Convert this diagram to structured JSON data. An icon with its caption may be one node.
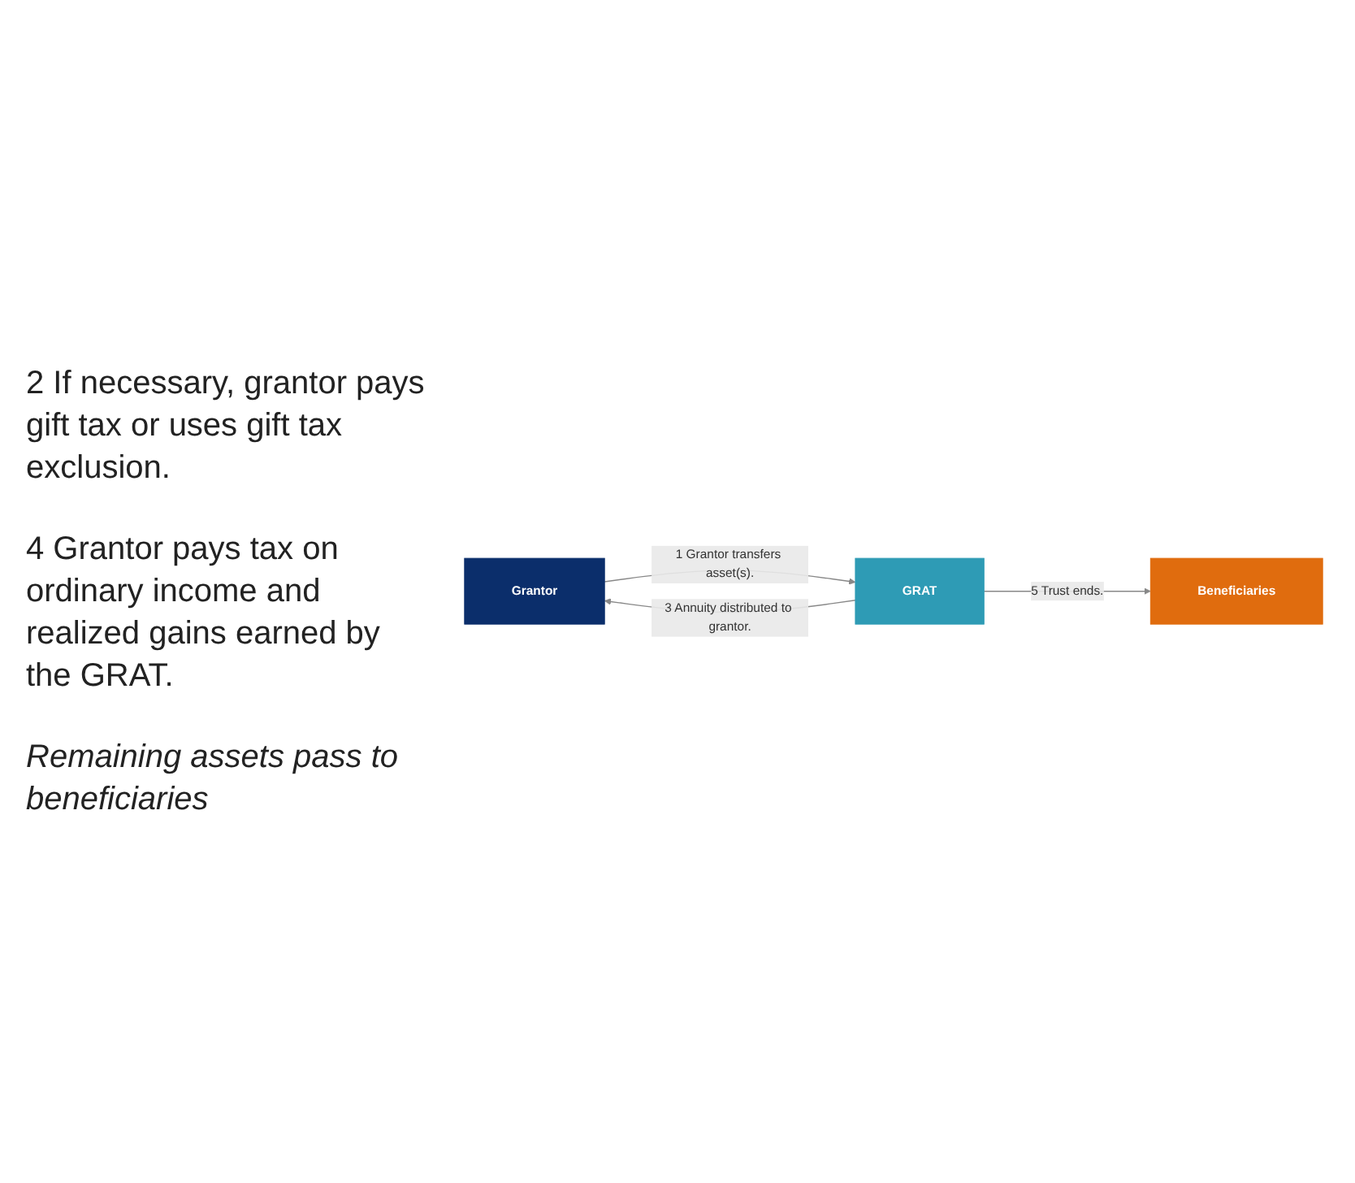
{
  "diagram": {
    "nodes": [
      {
        "text": [
          "Grantor"
        ]
      },
      {
        "text": [
          "GRAT"
        ]
      },
      {
        "text": [
          "Beneficiaries"
        ]
      }
    ],
    "edges": [
      {
        "from": 0,
        "to": 1,
        "arrow": "to",
        "label": "1 Grantor transfers asset(s)."
      },
      {
        "from": 1,
        "to": 0,
        "arrow": "to",
        "label": "3 Annuity distributed to grantor."
      },
      {
        "from": 1,
        "to": 2,
        "arrow": "to",
        "label": "5 Trust ends."
      }
    ],
    "labels": [
      "2 If necessary, grantor pays gift tax or uses gift tax exclusion.",
      "4 Grantor pays tax on ordinary income and realized gains earned by the GRAT.",
      "Remaining assets pass to beneficiaries"
    ]
  }
}
